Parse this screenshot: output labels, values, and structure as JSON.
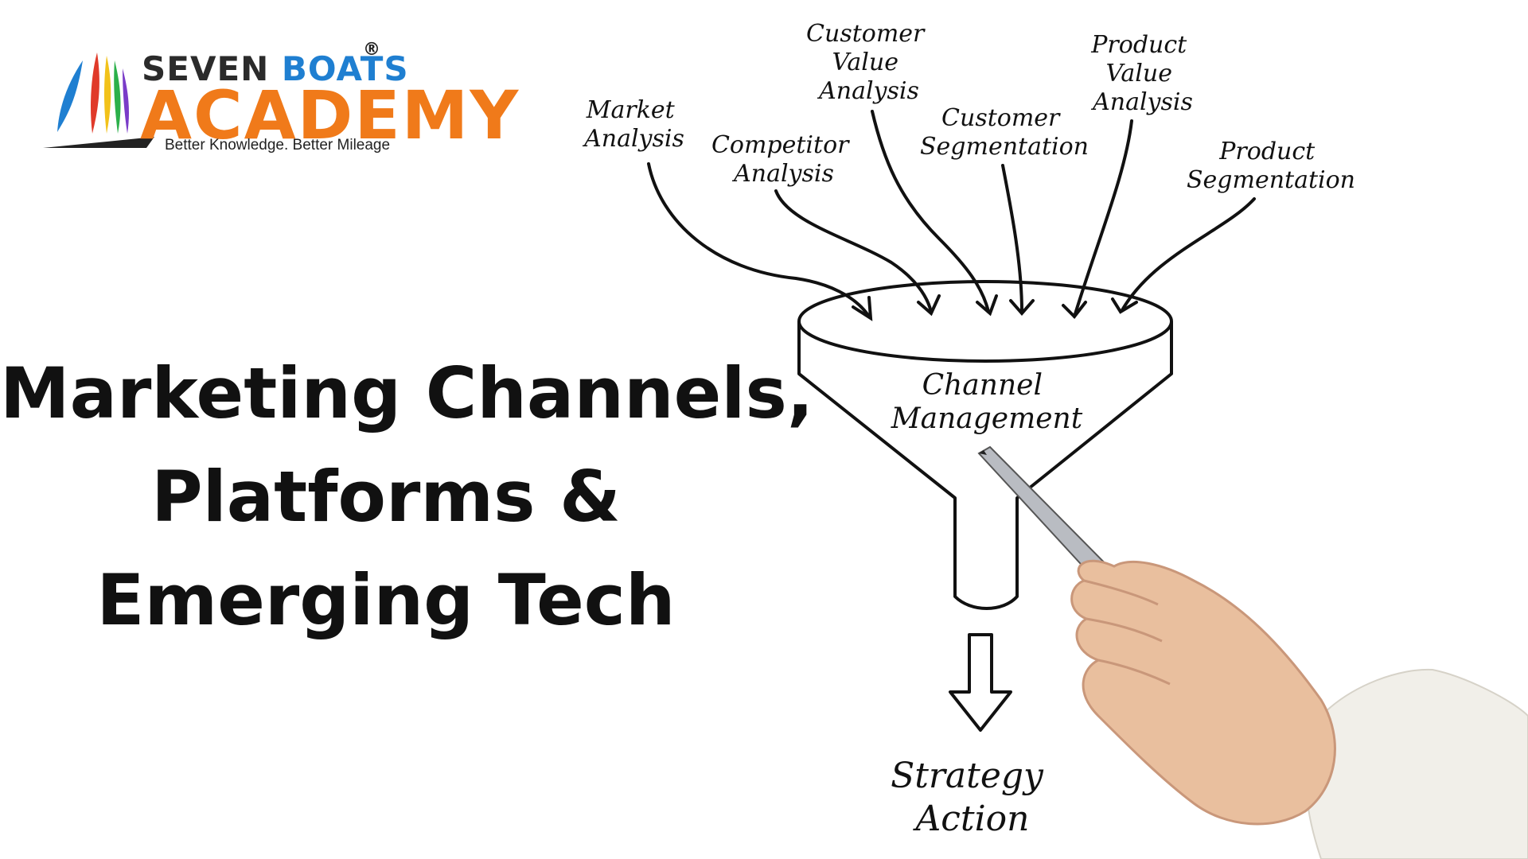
{
  "logo": {
    "brand_word1": "SEVEN",
    "brand_word2": "BOATS",
    "registered": "®",
    "wordmark": "ACADEMY",
    "tagline": "Better Knowledge. Better Mileage"
  },
  "headline": {
    "line1": "Marketing Channels,",
    "line2": "Platforms &",
    "line3": "Emerging Tech"
  },
  "diagram": {
    "inputs": [
      {
        "line1": "Market",
        "line2": "Analysis",
        "line3": ""
      },
      {
        "line1": "Competitor",
        "line2": "Analysis",
        "line3": ""
      },
      {
        "line1": "Customer",
        "line2": "Value",
        "line3": "Analysis"
      },
      {
        "line1": "Customer",
        "line2": "Segmentation",
        "line3": ""
      },
      {
        "line1": "Product",
        "line2": "Value",
        "line3": "Analysis"
      },
      {
        "line1": "Product",
        "line2": "Segmentation",
        "line3": ""
      }
    ],
    "funnel_label_line1": "Channel",
    "funnel_label_line2": "Management",
    "output_line1": "Strategy",
    "output_line2": "Action"
  },
  "colors": {
    "logo_blue": "#1f7fd1",
    "logo_orange": "#f07a1a",
    "ink": "#111111"
  }
}
